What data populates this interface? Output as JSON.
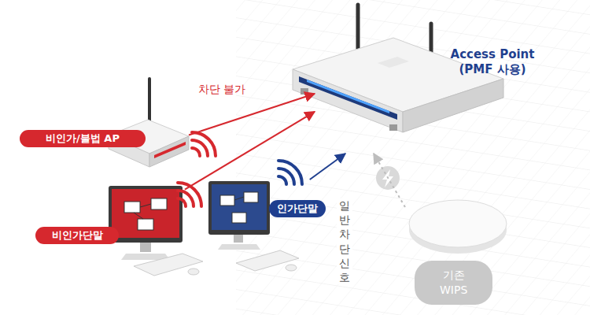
{
  "diagram": {
    "nodes": [
      {
        "text": [
          "Access Point (PMF 사용)"
        ]
      },
      {
        "text": [
          "비인가/불법 AP"
        ]
      },
      {
        "text": [
          "비인가단말"
        ]
      },
      {
        "text": [
          "인가단말"
        ]
      },
      {
        "text": [
          "기존 WIPS"
        ]
      }
    ],
    "edges": [
      {
        "from": 1,
        "to": 0,
        "arrow": "to",
        "label": "차단 불가"
      },
      {
        "from": 2,
        "to": 0,
        "arrow": "to"
      },
      {
        "from": 3,
        "to": 0,
        "arrow": "to"
      },
      {
        "from": 4,
        "to": 0,
        "arrow": "to",
        "label": "일반 차단신호"
      }
    ]
  }
}
